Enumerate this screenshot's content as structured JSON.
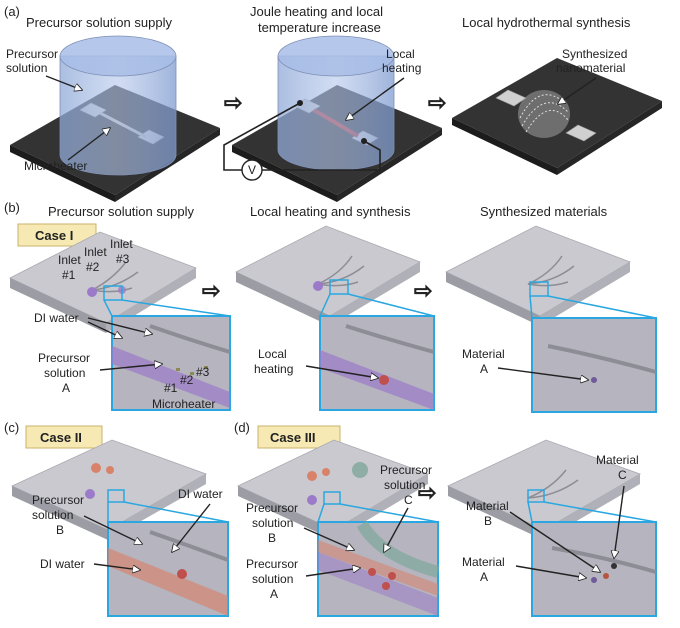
{
  "panel_a": {
    "letter": "(a)",
    "titles": [
      "Precursor solution supply",
      "Joule heating and local",
      "temperature increase",
      "Local hydrothermal synthesis"
    ],
    "labels": {
      "precursor_1": "Precursor",
      "precursor_2": "solution",
      "microheater": "Microheater",
      "local_1": "Local",
      "local_2": "heating",
      "voltmeter": "V",
      "synth_1": "Synthesized",
      "synth_2": "nanomaterial"
    }
  },
  "panel_b": {
    "letter": "(b)",
    "titles": [
      "Precursor solution supply",
      "Local heating and synthesis",
      "Synthesized materials"
    ],
    "case": "Case I",
    "labels": {
      "inlet": "Inlet",
      "n1": "#1",
      "n2": "#2",
      "n3": "#3",
      "di_water": "DI water",
      "precursor_1": "Precursor",
      "precursor_2": "solution",
      "precursor_3": "A",
      "micro_n1": "#1",
      "micro_n2": "#2",
      "micro_n3": "#3",
      "microheater": "Microheater",
      "local_1": "Local",
      "local_2": "heating",
      "material_1": "Material",
      "material_2": "A"
    }
  },
  "panel_c": {
    "letter": "(c)",
    "case": "Case II",
    "labels": {
      "di_water_top": "DI water",
      "precursor_1": "Precursor",
      "precursor_2": "solution",
      "precursor_3": "B",
      "di_water_bottom": "DI water"
    }
  },
  "panel_d": {
    "letter": "(d)",
    "case": "Case III",
    "labels": {
      "pc_1": "Precursor",
      "pc_2": "solution",
      "pc_3": "C",
      "pb_1": "Precursor",
      "pb_2": "solution",
      "pb_3": "B",
      "pa_1": "Precursor",
      "pa_2": "solution",
      "pa_3": "A",
      "mc_1": "Material",
      "mc_2": "C",
      "mb_1": "Material",
      "mb_2": "B",
      "ma_1": "Material",
      "ma_2": "A"
    }
  },
  "colors": {
    "case_box": "#f6e9b4",
    "zoom_border": "#2aa7e0",
    "solution_blue": "#8aa4d6",
    "heater_red": "#c0504d",
    "precursor_a": "#9b7bc9",
    "precursor_b": "#d9826a",
    "precursor_c": "#7fa79a"
  }
}
